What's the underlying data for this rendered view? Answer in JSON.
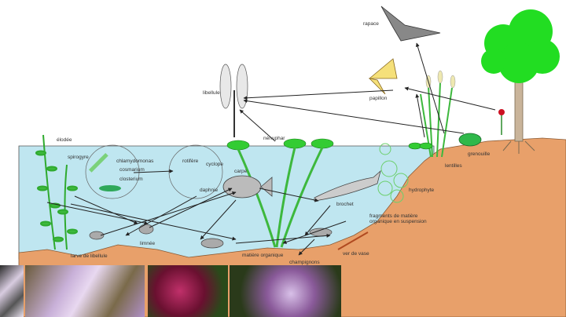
{
  "labels": {
    "rapace": "rapace",
    "libellule": "libellule",
    "papillon": "papillon",
    "nenuphar": "nénuphar",
    "grenouille": "grenouille",
    "lentilles": "lentilles",
    "hydrophytes": "hydrophyte",
    "elodee": "élodée",
    "spirogyre": "spirogyre",
    "zooplancton_a": "daphnies",
    "zooplancton_b": "cyclopes",
    "phyto1": "chlamydomonas",
    "phyto2": "cosmarium",
    "phyto3": "closterium",
    "zoo1": "rotifère",
    "zoo2": "cyclope",
    "zoo3": "daphnie",
    "carpe": "carpe",
    "brochet": "brochet",
    "larve": "larve de libellule",
    "limnee": "limnée",
    "debris": "fragments de matière organique en suspension",
    "ver": "ver de vase",
    "champignons": "champignons",
    "matiere": "matière organique"
  },
  "colors": {
    "water": "#bfe6f0",
    "soil": "#e8a06a",
    "plant": "#3db83d",
    "tree": "#22dd22"
  }
}
